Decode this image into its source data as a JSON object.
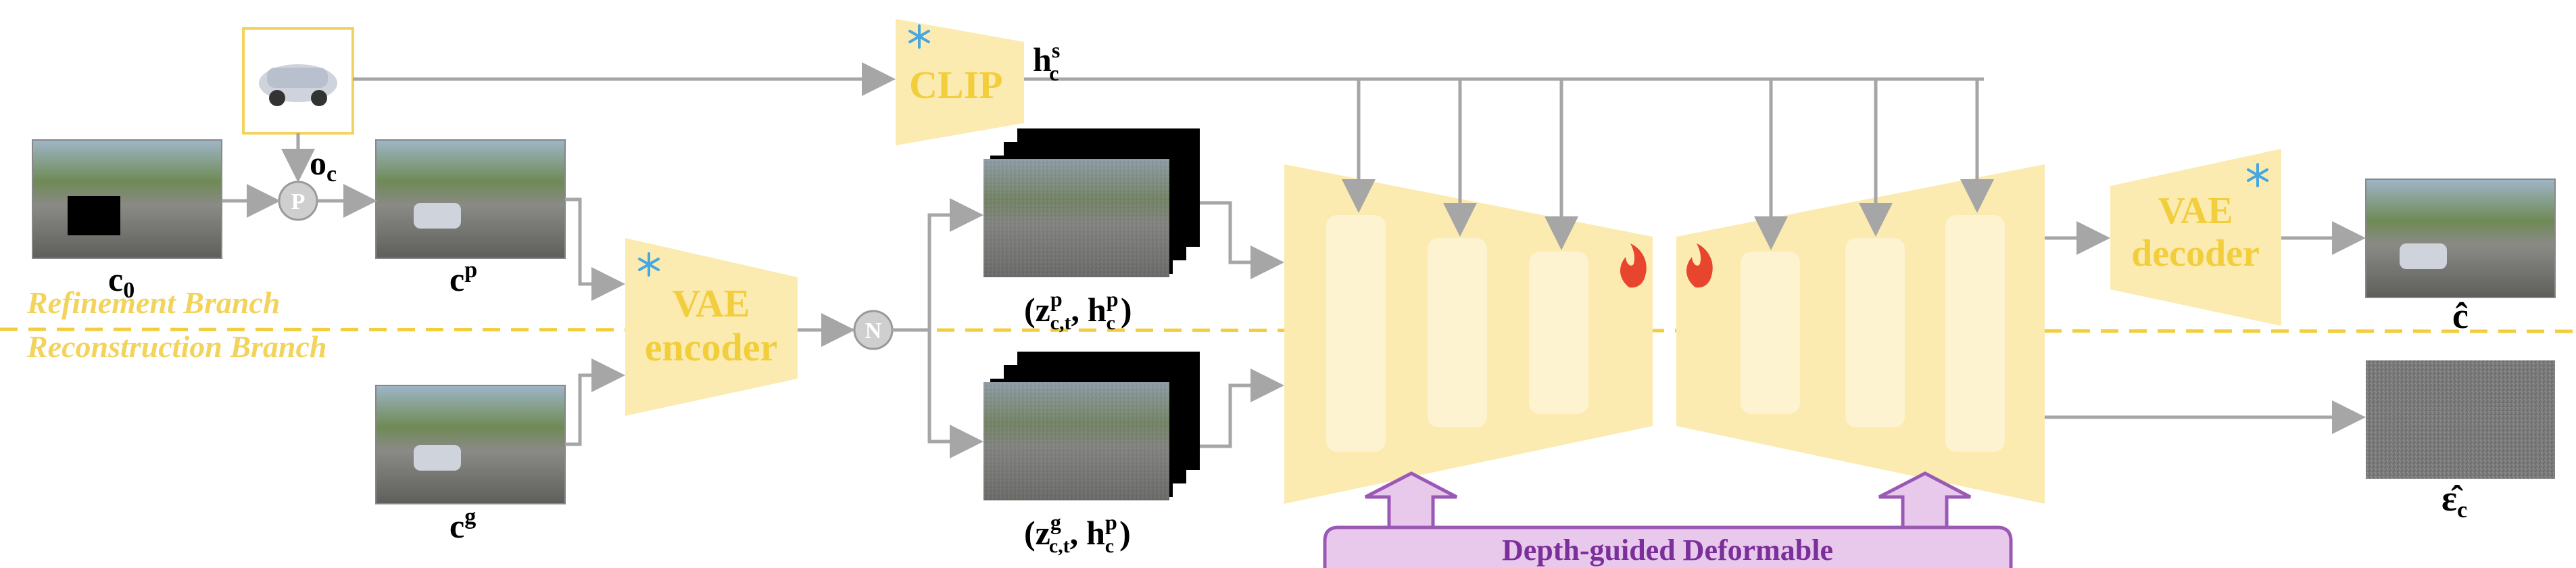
{
  "colors": {
    "block_fill": "#FBEBB0",
    "block_text": "#F2CE3C",
    "arrow": "#A6A6A6",
    "dashed_line": "#F2CE3C",
    "depth_module_fill": "#E8C9EC",
    "depth_module_border": "#9B59B6",
    "depth_module_text": "#7B2F9A"
  },
  "branches": {
    "refinement": "Refinement Branch",
    "reconstruction": "Reconstruction Branch"
  },
  "blocks": {
    "clip": "CLIP",
    "vae_encoder_line1": "VAE",
    "vae_encoder_line2": "encoder",
    "vae_decoder_line1": "VAE",
    "vae_decoder_line2": "decoder",
    "op_p": "P",
    "op_n": "N"
  },
  "labels": {
    "c0": {
      "base": "c",
      "sub": "0"
    },
    "oc": {
      "base": "o",
      "sub": "c"
    },
    "cp": {
      "base": "c",
      "sup": "p"
    },
    "cg": {
      "base": "c",
      "sup": "g"
    },
    "hcs": {
      "base": "h",
      "sub": "c",
      "sup": "s"
    },
    "zp_tuple": {
      "open": "(",
      "z": "z",
      "z_sub": "c,t",
      "z_sup": "p",
      "sep": ",",
      "h": "h",
      "h_sub": "c",
      "h_sup": "p",
      "close": ")"
    },
    "zg_tuple": {
      "open": "(",
      "z": "z",
      "z_sub": "c,t",
      "z_sup": "g",
      "sep": ",",
      "h": "h",
      "h_sub": "c",
      "h_sup": "p",
      "close": ")"
    },
    "c_hat": "ĉ",
    "eps_hat": {
      "base": "ε̂",
      "sub": "c"
    }
  },
  "depth_module": "Depth-guided Deformable",
  "icons": [
    "snowflake-icon",
    "fire-icon"
  ]
}
